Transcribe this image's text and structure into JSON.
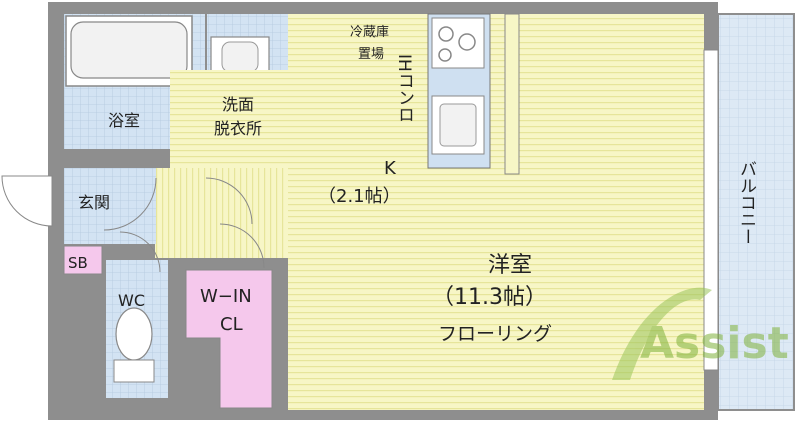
{
  "rooms": {
    "bathroom": "浴室",
    "washroom_line1": "洗面",
    "washroom_line2": "脱衣所",
    "fridge_line1": "冷蔵庫",
    "fridge_line2": "置場",
    "ih_stove": "IHコンロ",
    "kitchen": "K",
    "kitchen_size": "（2.1帖）",
    "entrance": "玄関",
    "shoe_box": "SB",
    "toilet": "WC",
    "walk_in_line1": "W−IN",
    "walk_in_line2": "CL",
    "western_room": "洋室",
    "western_room_size": "（11.3帖）",
    "flooring": "フローリング",
    "balcony": "バルコニー"
  },
  "watermark": "Assist",
  "colors": {
    "floor": "#f7f6c6",
    "floor_stripe": "#e6e59a",
    "tile": "#cfe0f1",
    "tile_grid": "#b0c6dc",
    "closet": "#f5c8ec",
    "wall": "#8e8e8e",
    "balcony": "#dbe9f5"
  }
}
